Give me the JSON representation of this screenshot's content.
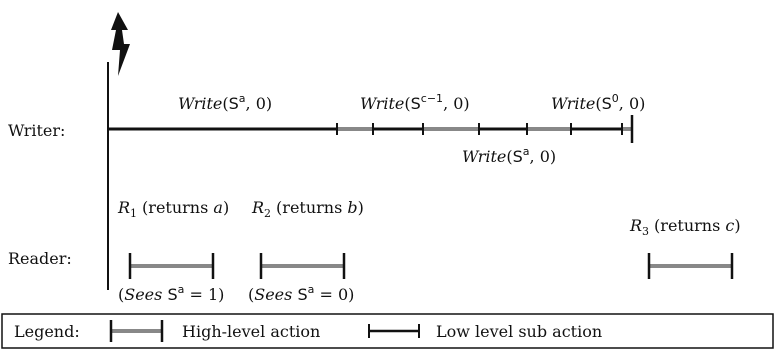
{
  "rows": {
    "writer_label": "Writer:",
    "reader_label": "Reader:"
  },
  "crash_icon": "lightning-bolt-icon",
  "colors": {
    "line_dark": "#111111",
    "high_level_gray": "#888888"
  },
  "writer_annotations": {
    "w1": {
      "func": "Write",
      "sym": "S",
      "sup": "a",
      "arg": "0"
    },
    "w2": {
      "func": "Write",
      "sym": "S",
      "sup": "c−1",
      "arg": "0"
    },
    "w3": {
      "func": "Write",
      "sym": "S",
      "sup": "0",
      "arg": "0"
    },
    "w4": {
      "func": "Write",
      "sym": "S",
      "sup": "a",
      "arg": "0"
    }
  },
  "readers": [
    {
      "name": "R",
      "sub": "1",
      "returns_label": "(returns",
      "returns_val": "a",
      "sees": {
        "word": "Sees",
        "sym": "S",
        "sup": "a",
        "val": "1"
      }
    },
    {
      "name": "R",
      "sub": "2",
      "returns_label": "(returns",
      "returns_val": "b",
      "sees": {
        "word": "Sees",
        "sym": "S",
        "sup": "a",
        "val": "0"
      }
    },
    {
      "name": "R",
      "sub": "3",
      "returns_label": "(returns",
      "returns_val": "c"
    }
  ],
  "legend": {
    "title": "Legend:",
    "high_level_label": "High-level action",
    "low_level_label": "Low level sub action"
  }
}
